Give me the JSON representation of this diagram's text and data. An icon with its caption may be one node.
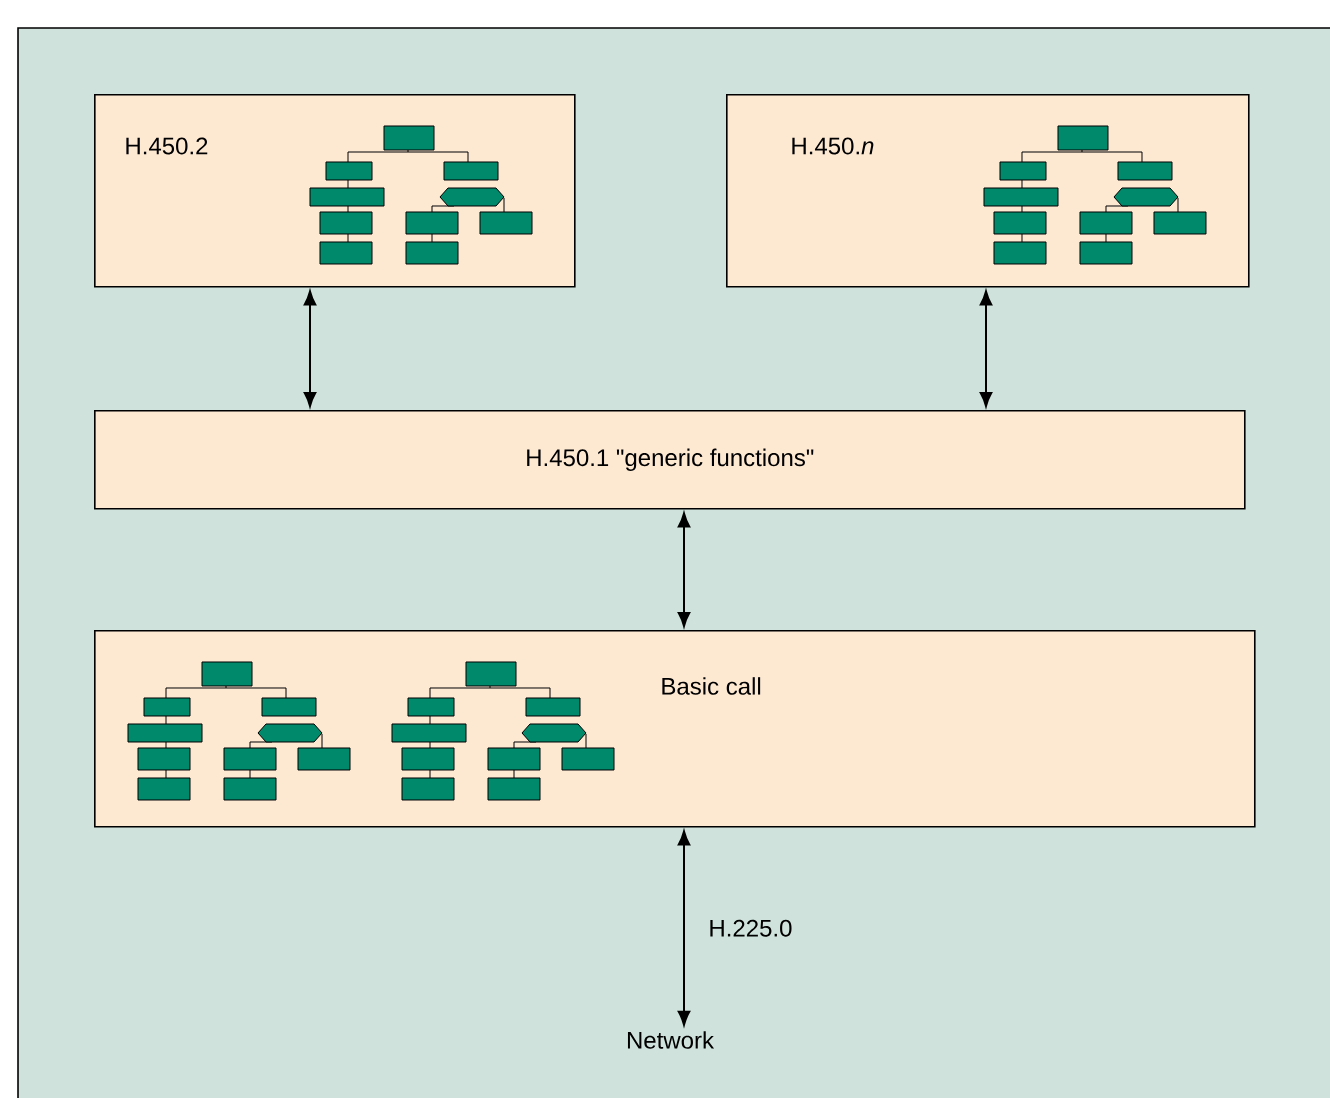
{
  "diagram": {
    "nodes": [
      {
        "text": [
          "H.450.2"
        ]
      },
      {
        "text": [
          "H.450.*n*"
        ]
      },
      {
        "text": [
          "H.450.1 \"generic functions\""
        ]
      },
      {
        "text": [
          "Basic call"
        ]
      },
      {
        "text": [
          "Network"
        ]
      }
    ],
    "edges": [
      {
        "from": 0,
        "to": 2,
        "arrow": "both"
      },
      {
        "from": 1,
        "to": 2,
        "arrow": "both"
      },
      {
        "from": 2,
        "to": 3,
        "arrow": "both"
      },
      {
        "from": 3,
        "to": 4,
        "arrow": "both",
        "label": "H.225.0"
      }
    ]
  }
}
